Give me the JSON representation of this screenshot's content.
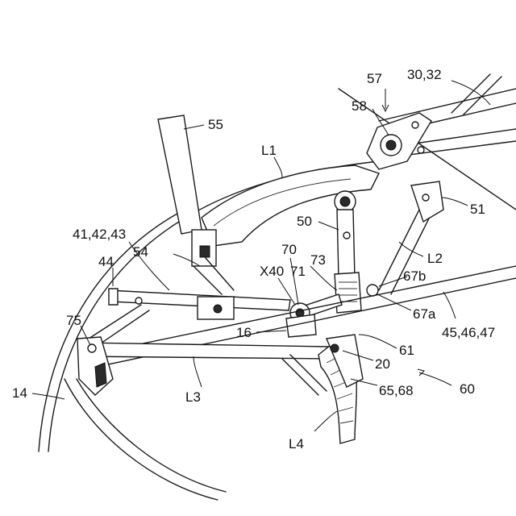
{
  "labels": {
    "l57": "57",
    "l30_32": "30,32",
    "l58": "58",
    "l55": "55",
    "lL1": "L1",
    "l51": "51",
    "l50": "50",
    "l41_43": "41,42,43",
    "l54": "54",
    "l44": "44",
    "l70": "70",
    "lX40": "X40",
    "l71": "71",
    "l73": "73",
    "lL2": "L2",
    "l67b": "67b",
    "l75": "75",
    "l67a": "67a",
    "l45_47": "45,46,47",
    "l16": "16",
    "l61": "61",
    "l20": "20",
    "l14": "14",
    "lL3": "L3",
    "l65_68": "65,68",
    "l60": "60",
    "lL4": "L4"
  }
}
